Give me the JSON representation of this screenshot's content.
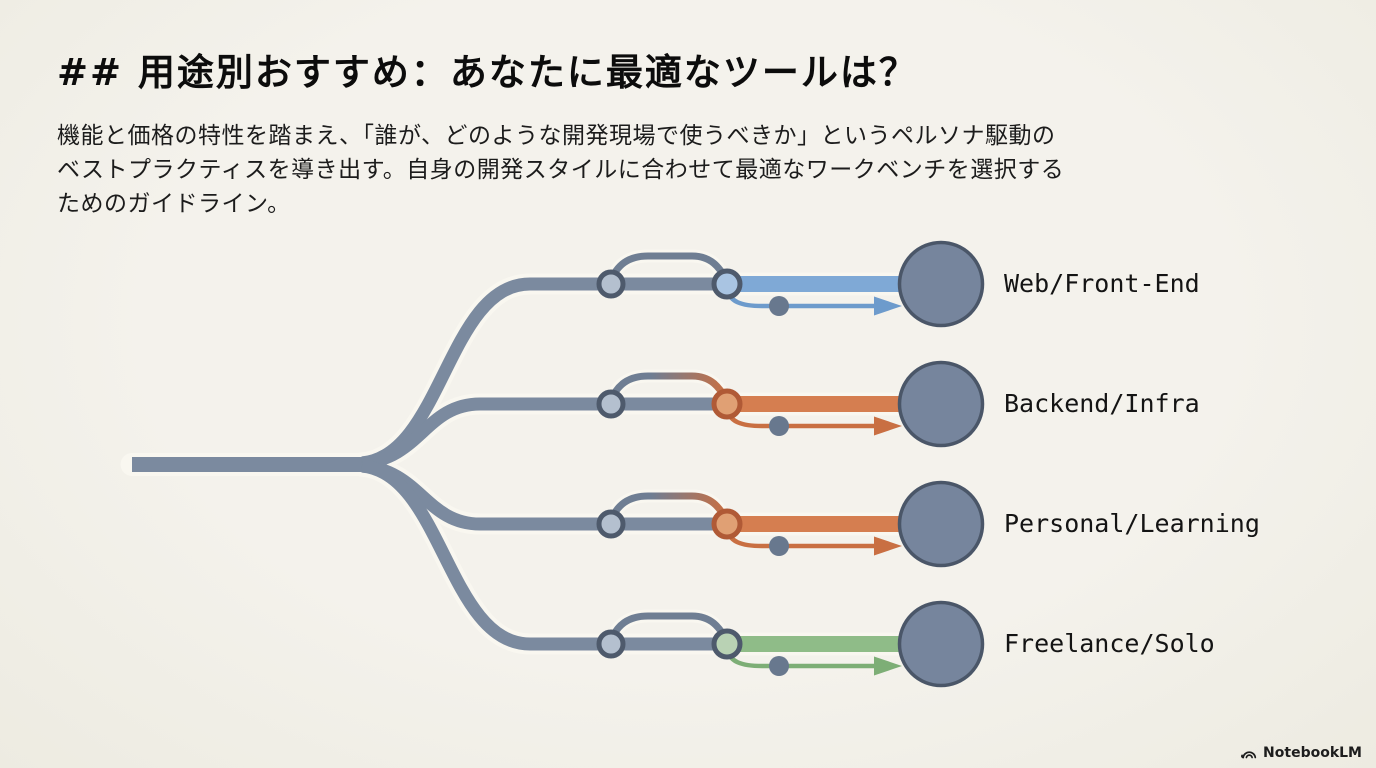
{
  "title": "## 用途別おすすめ：あなたに最適なツールは？",
  "intro": {
    "lines": [
      "機能と価格の特性を踏まえ、「誰が、どのような開発現場で使うべきか」というペルソナ駆動の",
      "ベストプラクティスを導き出す。自身の開発スタイルに合わせて最適なワークベンチを選択する",
      "ためのガイドライン。"
    ]
  },
  "diagram": {
    "background": "#f2f0e9",
    "line_color": "#7b8a9f",
    "arc_color": "#6f7e93",
    "junction_fill": "#b4c0cf",
    "junction_stroke": "#4e5a6c",
    "dot_color": "#68788e",
    "endpoint_fill": "#76859d",
    "endpoint_stroke": "#4a5668",
    "rows": [
      {
        "label": "Web/Front-End",
        "branch_color": "#7fa9d6",
        "arrow_color": "#6d9bcc",
        "junction_fill": "#a9c4e2",
        "junction_stroke": "#4e5a6c"
      },
      {
        "label": "Backend/Infra",
        "branch_color": "#d57e50",
        "arrow_color": "#c96f42",
        "junction_fill": "#e0a074",
        "junction_stroke": "#b05a36"
      },
      {
        "label": "Personal/Learning",
        "branch_color": "#d57e50",
        "arrow_color": "#c96f42",
        "junction_fill": "#e0a074",
        "junction_stroke": "#b05a36"
      },
      {
        "label": "Freelance/Solo",
        "branch_color": "#8fbc88",
        "arrow_color": "#7dae76",
        "junction_fill": "#b9d2b4",
        "junction_stroke": "#4e5a6c"
      }
    ]
  },
  "footer": {
    "brand": "NotebookLM"
  }
}
